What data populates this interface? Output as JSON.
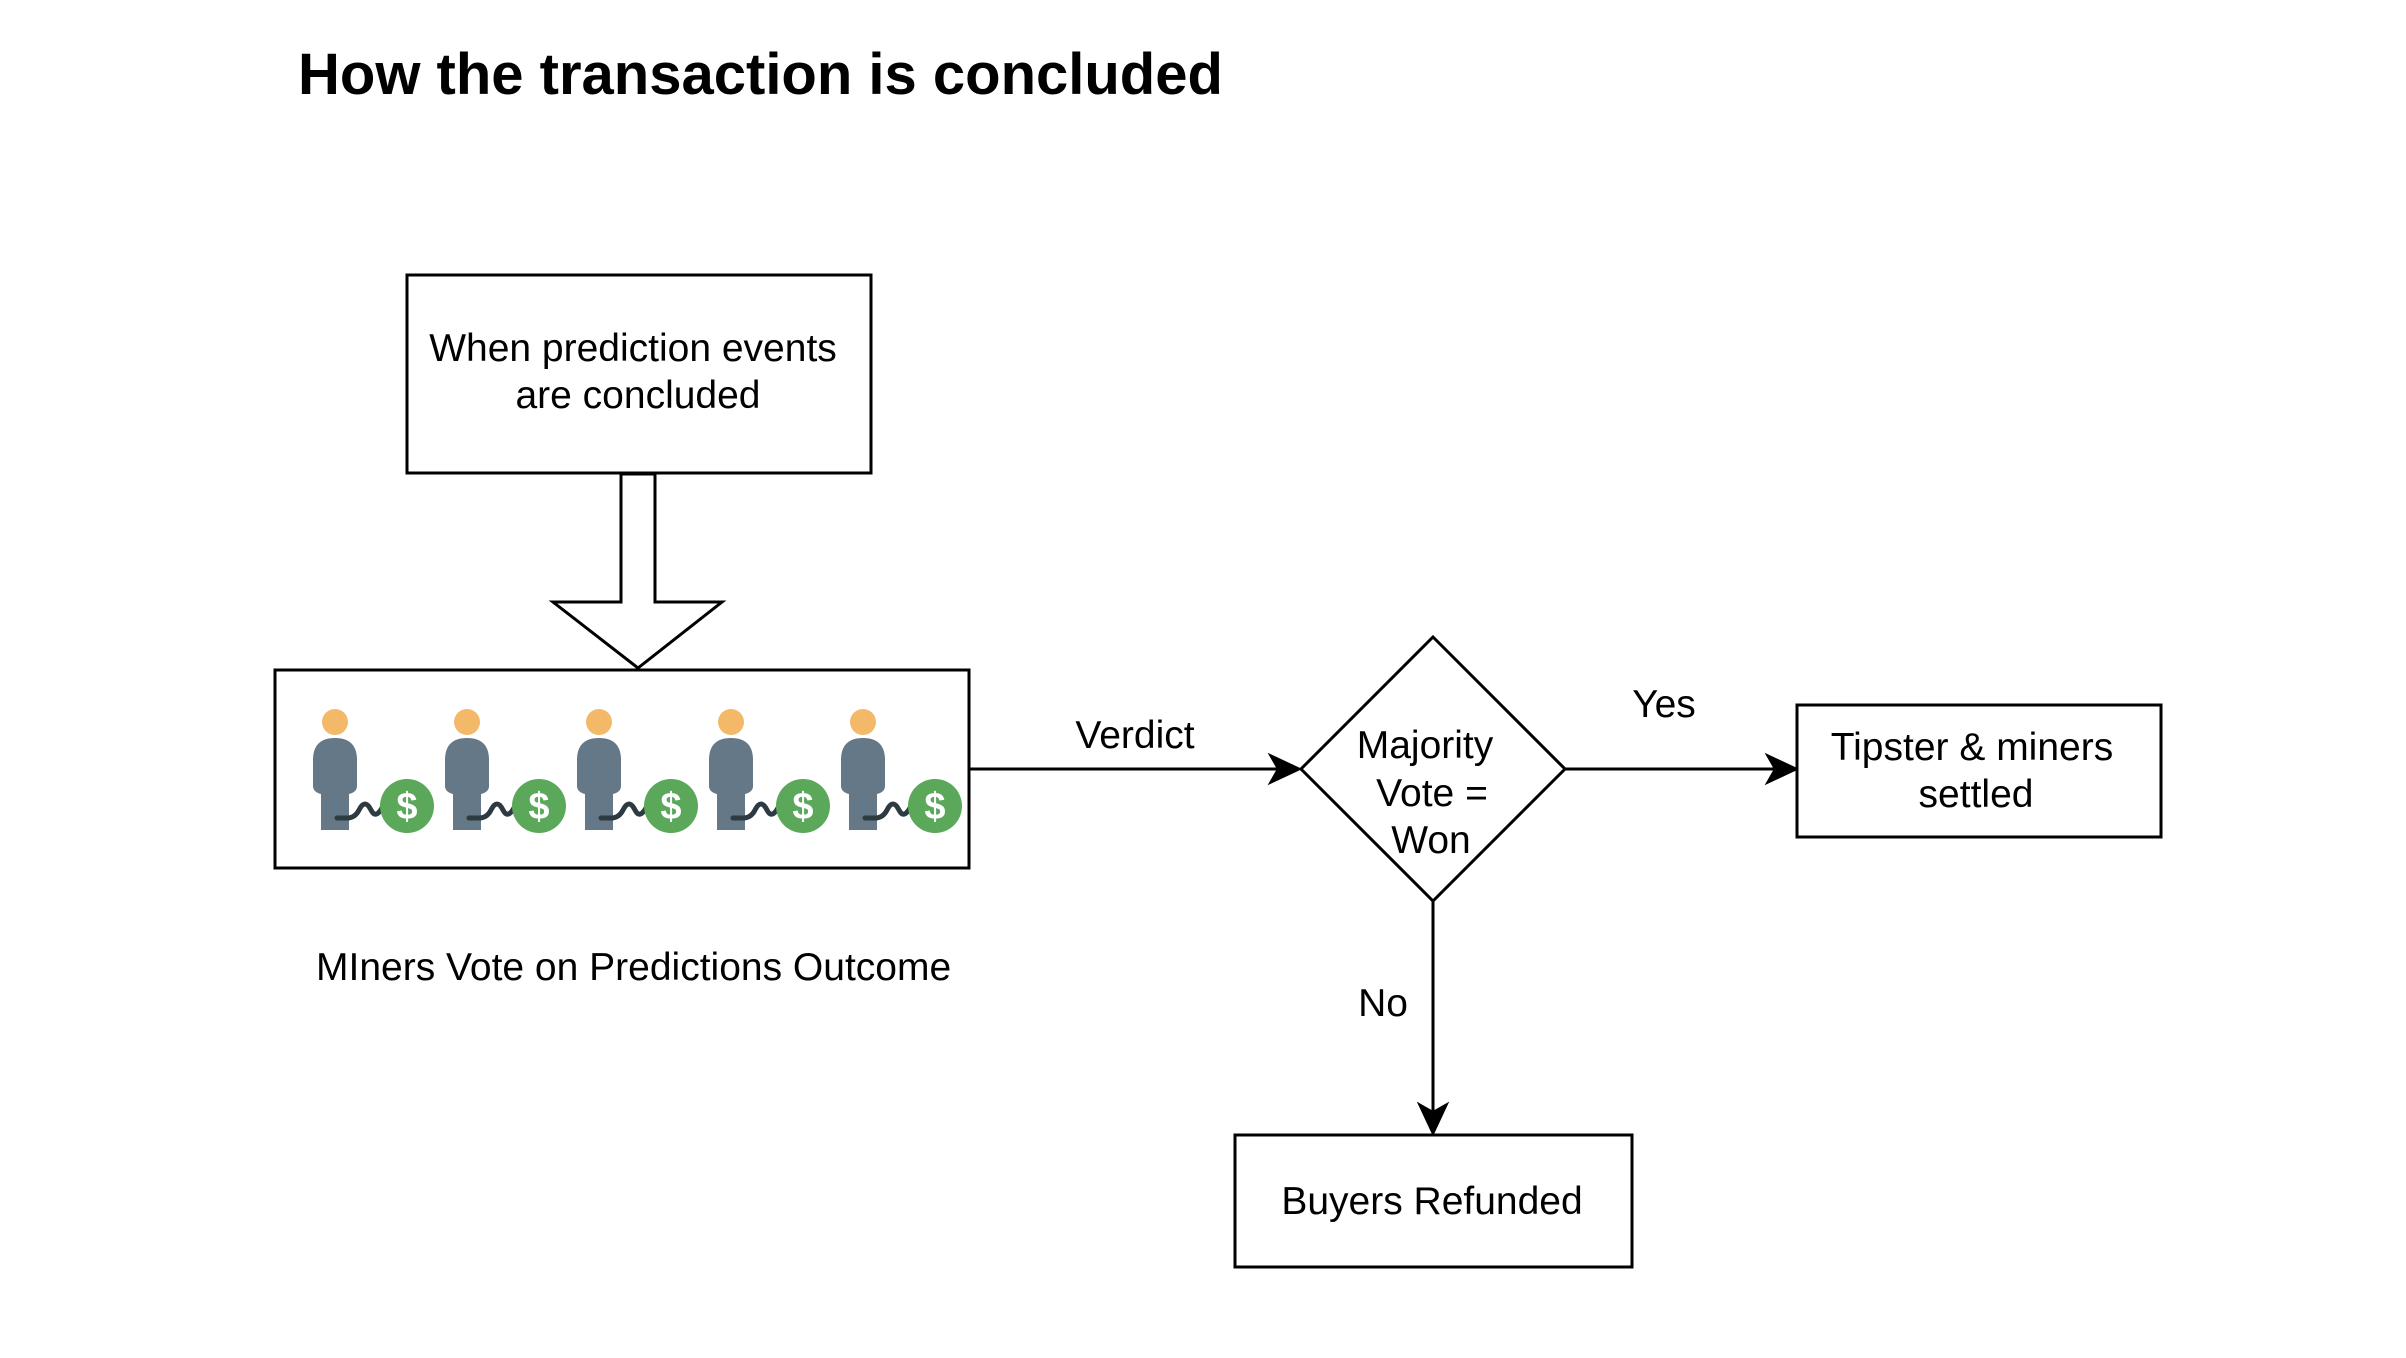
{
  "title": "How the transaction is concluded",
  "nodes": {
    "start": {
      "lines": [
        "When prediction events",
        "are concluded"
      ]
    },
    "miners": {
      "caption": "MIners Vote on Predictions Outcome",
      "icon_count": 5,
      "icon": "miner-with-money-bag-icon"
    },
    "decision": {
      "lines": [
        "Majority",
        "Vote =",
        "Won"
      ]
    },
    "settled": {
      "lines": [
        "Tipster & miners",
        "settled"
      ]
    },
    "refunded": {
      "lines": [
        "Buyers Refunded"
      ]
    }
  },
  "edges": {
    "verdict": "Verdict",
    "yes": "Yes",
    "no": "No"
  },
  "colors": {
    "miner_head": "#F4B968",
    "miner_body": "#647887",
    "dollar_badge": "#5BA85B",
    "chain": "#2E3A42"
  }
}
